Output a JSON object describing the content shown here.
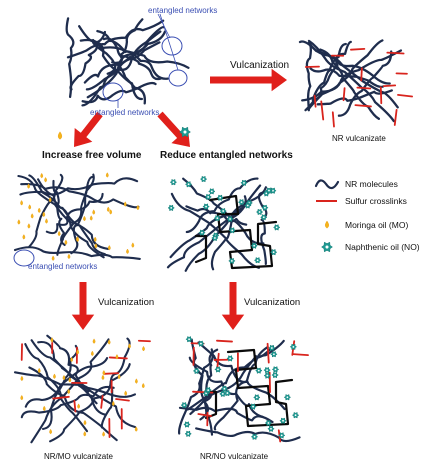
{
  "labels": {
    "entangled_top": "entangled networks",
    "entangled_mid": "entangled networks",
    "entangled_low": "entangled networks",
    "vulc_top": "Vulcanization",
    "vulc_left": "Vulcanization",
    "vulc_right": "Vulcanization",
    "increase": "Increase free volume",
    "reduce": "Reduce entangled networks",
    "nr_vulc": "NR vulcanizate",
    "nrmo_vulc": "NR/MO vulcanizate",
    "nrno_vulc": "NR/NO vulcanizate"
  },
  "legend": {
    "nr": "NR molecules",
    "sulfur": "Sulfur crosslinks",
    "mo": "Moringa oil (MO)",
    "no": "Naphthenic oil (NO)"
  },
  "colors": {
    "chain": "#1f2d4d",
    "crosslink": "#d9241d",
    "arrow": "#e0201b",
    "mo": "#f6b41b",
    "no": "#1f9a93",
    "annot": "#3b4fb3"
  }
}
